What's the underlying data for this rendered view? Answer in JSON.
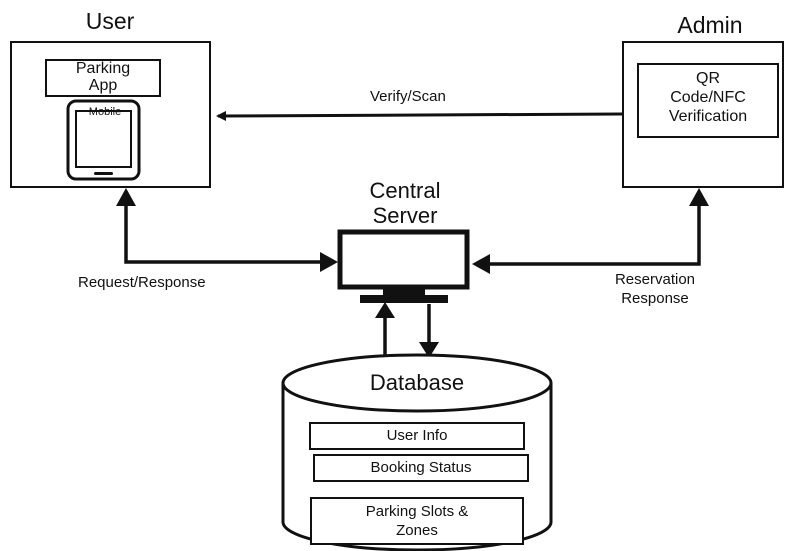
{
  "user": {
    "title": "User",
    "app_label_line1": "Parking",
    "app_label_line2": "App",
    "device_label": "Mobile"
  },
  "admin": {
    "title": "Admin",
    "verification_line1": "QR",
    "verification_line2": "Code/NFC",
    "verification_line3": "Verification"
  },
  "server": {
    "title_line1": "Central",
    "title_line2": "Server"
  },
  "edges": {
    "verify_scan": "Verify/Scan",
    "request_response": "Request/Response",
    "reservation_line1": "Reservation",
    "reservation_line2": "Response"
  },
  "database": {
    "title": "Database",
    "items": [
      "User Info",
      "Booking Status",
      "Parking Slots &",
      "Zones"
    ]
  }
}
